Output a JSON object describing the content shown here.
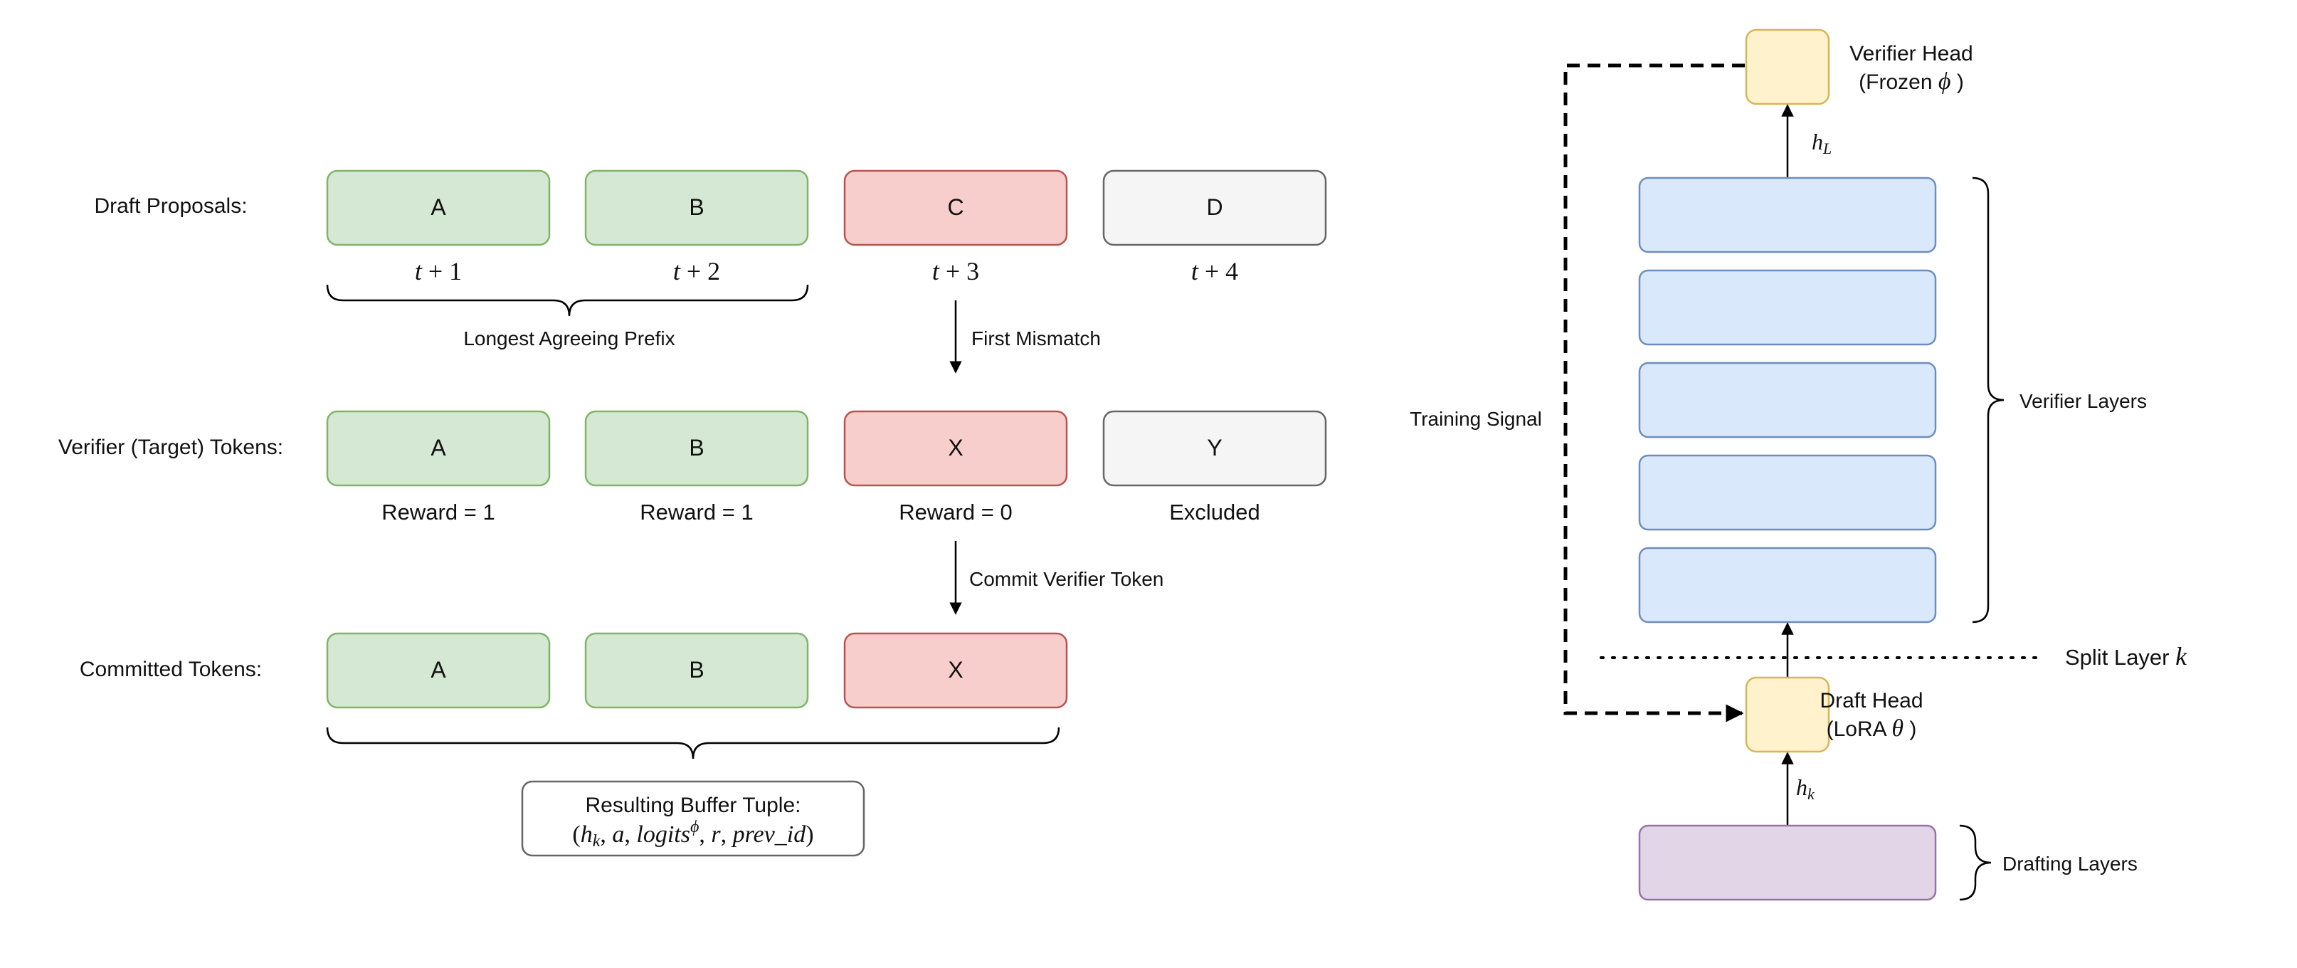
{
  "left": {
    "rows": [
      {
        "label": "Draft Proposals:",
        "tokens": [
          {
            "text": "A",
            "state": "accepted"
          },
          {
            "text": "B",
            "state": "accepted"
          },
          {
            "text": "C",
            "state": "rejected"
          },
          {
            "text": "D",
            "state": "excluded"
          }
        ],
        "subs": [
          {
            "var": "t",
            "op": " + ",
            "num": "1"
          },
          {
            "var": "t",
            "op": " + ",
            "num": "2"
          },
          {
            "var": "t",
            "op": " + ",
            "num": "3"
          },
          {
            "var": "t",
            "op": " + ",
            "num": "4"
          }
        ]
      },
      {
        "label": "Verifier (Target) Tokens:",
        "tokens": [
          {
            "text": "A",
            "state": "accepted"
          },
          {
            "text": "B",
            "state": "accepted"
          },
          {
            "text": "X",
            "state": "rejected"
          },
          {
            "text": "Y",
            "state": "excluded"
          }
        ],
        "subs": [
          "Reward = 1",
          "Reward = 1",
          "Reward = 0",
          "Excluded"
        ]
      },
      {
        "label": "Committed Tokens:",
        "tokens": [
          {
            "text": "A",
            "state": "accepted"
          },
          {
            "text": "B",
            "state": "accepted"
          },
          {
            "text": "X",
            "state": "rejected"
          }
        ]
      }
    ],
    "prefix_label": "Longest Agreeing Prefix",
    "mismatch_label": "First Mismatch",
    "commit_label": "Commit Verifier Token",
    "buffer_title": "Resulting Buffer Tuple:",
    "buffer_tuple": {
      "open": "(",
      "h": "h",
      "h_sub": "k",
      "a": "a",
      "logits": "logits",
      "logits_sup": "ϕ",
      "r": "r",
      "prev": "prev_id",
      "close": ")"
    }
  },
  "right": {
    "verifier_head": {
      "line1": "Verifier Head",
      "line2_prefix": "(Frozen ",
      "symbol": "ϕ",
      "line2_suffix": " )"
    },
    "draft_head": {
      "line1": "Draft Head",
      "line2_prefix": "(LoRA ",
      "symbol": "θ",
      "line2_suffix": " )"
    },
    "h_L": {
      "var": "h",
      "sub": "L"
    },
    "h_k": {
      "var": "h",
      "sub": "k"
    },
    "verifier_layers_label": "Verifier Layers",
    "verifier_layer_count": 5,
    "drafting_layers_label": "Drafting Layers",
    "split_label": "Split Layer ",
    "split_var": "k",
    "training_signal_label": "Training Signal"
  },
  "colors": {
    "accepted_fill": "#d5e8d4",
    "accepted_stroke": "#82b366",
    "rejected_fill": "#f8cecc",
    "rejected_stroke": "#b85450",
    "excluded_fill": "#f5f5f5",
    "excluded_stroke": "#666666",
    "head_fill": "#fff2cc",
    "head_stroke": "#d6b656",
    "layer_fill": "#dae8fc",
    "layer_stroke": "#6c8ebf",
    "draft_layer_fill": "#e1d5e7",
    "draft_layer_stroke": "#9673a6"
  }
}
